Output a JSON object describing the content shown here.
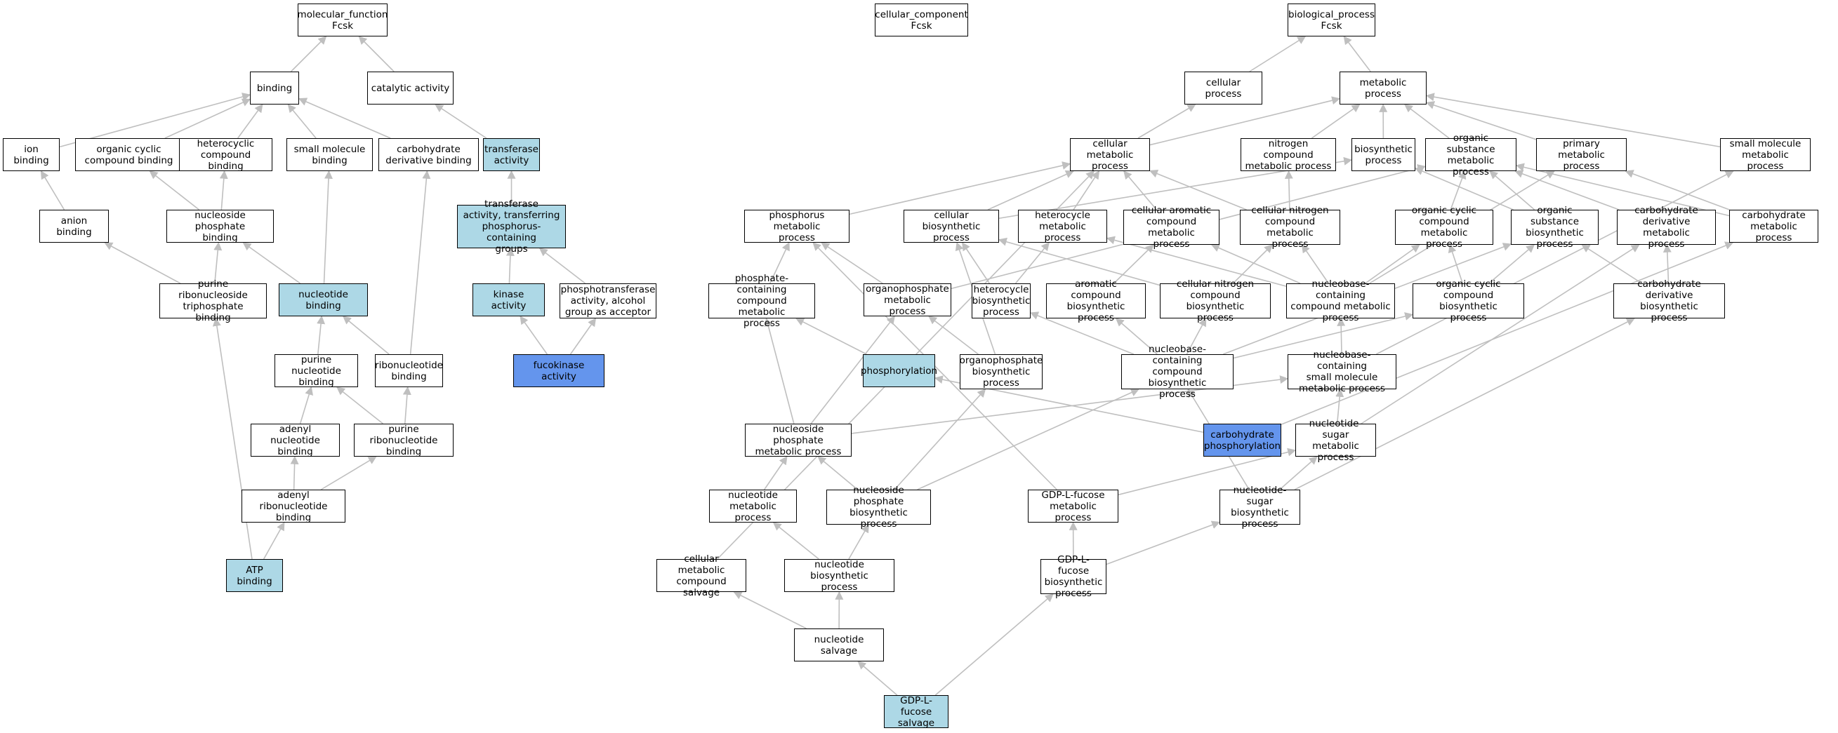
{
  "colors": {
    "edge": "#bfbfbf",
    "highlight_light": "#add8e6",
    "highlight_dark": "#6495ed",
    "border": "#000000"
  },
  "nodes": [
    {
      "id": "mf",
      "label": "molecular_function\nFcsk"
    },
    {
      "id": "cc",
      "label": "cellular_component\nFcsk"
    },
    {
      "id": "bp",
      "label": "biological_process\nFcsk"
    },
    {
      "id": "binding",
      "label": "binding"
    },
    {
      "id": "catalytic",
      "label": "catalytic activity"
    },
    {
      "id": "ion",
      "label": "ion binding"
    },
    {
      "id": "ocb",
      "label": "organic cyclic\ncompound binding"
    },
    {
      "id": "hcb",
      "label": "heterocyclic\ncompound binding"
    },
    {
      "id": "smb",
      "label": "small molecule\nbinding"
    },
    {
      "id": "cdb",
      "label": "carbohydrate\nderivative binding"
    },
    {
      "id": "transferase",
      "label": "transferase\nactivity",
      "hl": "light"
    },
    {
      "id": "anion",
      "label": "anion binding"
    },
    {
      "id": "nspb",
      "label": "nucleoside phosphate\nbinding"
    },
    {
      "id": "ttpg",
      "label": "transferase\nactivity, transferring\nphosphorus-containing\ngroups",
      "hl": "light"
    },
    {
      "id": "prntb",
      "label": "purine ribonucleoside\ntriphosphate\nbinding"
    },
    {
      "id": "ntb",
      "label": "nucleotide binding",
      "hl": "light"
    },
    {
      "id": "kinase",
      "label": "kinase activity",
      "hl": "light"
    },
    {
      "id": "ptaa",
      "label": "phosphotransferase\nactivity, alcohol\ngroup as acceptor"
    },
    {
      "id": "pntb",
      "label": "purine nucleotide\nbinding"
    },
    {
      "id": "rntb",
      "label": "ribonucleotide\nbinding"
    },
    {
      "id": "fucokinase",
      "label": "fucokinase activity",
      "hl": "dark"
    },
    {
      "id": "antb",
      "label": "adenyl nucleotide\nbinding"
    },
    {
      "id": "prnb",
      "label": "purine ribonucleotide\nbinding"
    },
    {
      "id": "arnb",
      "label": "adenyl ribonucleotide\nbinding"
    },
    {
      "id": "atp",
      "label": "ATP binding",
      "hl": "light"
    },
    {
      "id": "cellproc",
      "label": "cellular process"
    },
    {
      "id": "metproc",
      "label": "metabolic process"
    },
    {
      "id": "cmp",
      "label": "cellular metabolic\nprocess"
    },
    {
      "id": "ncmp",
      "label": "nitrogen compound\nmetabolic process"
    },
    {
      "id": "biosyn",
      "label": "biosynthetic\nprocess"
    },
    {
      "id": "osmp",
      "label": "organic substance\nmetabolic process"
    },
    {
      "id": "pmp",
      "label": "primary metabolic\nprocess"
    },
    {
      "id": "smmp",
      "label": "small molecule\nmetabolic process"
    },
    {
      "id": "phosmp",
      "label": "phosphorus metabolic\nprocess"
    },
    {
      "id": "cbp",
      "label": "cellular biosynthetic\nprocess"
    },
    {
      "id": "hmp",
      "label": "heterocycle\nmetabolic process"
    },
    {
      "id": "cacmp",
      "label": "cellular aromatic\ncompound metabolic\nprocess"
    },
    {
      "id": "cncmp",
      "label": "cellular nitrogen\ncompound metabolic\nprocess"
    },
    {
      "id": "occmp",
      "label": "organic cyclic\ncompound metabolic\nprocess"
    },
    {
      "id": "osbp",
      "label": "organic substance\nbiosynthetic\nprocess"
    },
    {
      "id": "cdmp",
      "label": "carbohydrate\nderivative metabolic\nprocess"
    },
    {
      "id": "carbmp",
      "label": "carbohydrate\nmetabolic process"
    },
    {
      "id": "pccmp",
      "label": "phosphate-containing\ncompound metabolic\nprocess"
    },
    {
      "id": "opmp",
      "label": "organophosphate\nmetabolic process"
    },
    {
      "id": "hbp",
      "label": "heterocycle\nbiosynthetic\nprocess"
    },
    {
      "id": "acbp",
      "label": "aromatic compound\nbiosynthetic\nprocess"
    },
    {
      "id": "cncbp",
      "label": "cellular nitrogen\ncompound biosynthetic\nprocess"
    },
    {
      "id": "nbccmp",
      "label": "nucleobase-containing\ncompound metabolic\nprocess"
    },
    {
      "id": "occbp",
      "label": "organic cyclic\ncompound biosynthetic\nprocess"
    },
    {
      "id": "cdbp",
      "label": "carbohydrate\nderivative biosynthetic\nprocess"
    },
    {
      "id": "phosphorylation",
      "label": "phosphorylation",
      "hl": "light"
    },
    {
      "id": "opbp",
      "label": "organophosphate\nbiosynthetic\nprocess"
    },
    {
      "id": "nbccbp",
      "label": "nucleobase-containing\ncompound biosynthetic\nprocess"
    },
    {
      "id": "nbcsmmp",
      "label": "nucleobase-containing\nsmall molecule\nmetabolic process"
    },
    {
      "id": "nspmp",
      "label": "nucleoside phosphate\nmetabolic process"
    },
    {
      "id": "carbphos",
      "label": "carbohydrate\nphosphorylation",
      "hl": "dark"
    },
    {
      "id": "nsmp",
      "label": "nucleotide-sugar\nmetabolic process"
    },
    {
      "id": "ntmp",
      "label": "nucleotide metabolic\nprocess"
    },
    {
      "id": "nspbp",
      "label": "nucleoside phosphate\nbiosynthetic\nprocess"
    },
    {
      "id": "gdpfmp",
      "label": "GDP-L-fucose\nmetabolic process"
    },
    {
      "id": "nsbp",
      "label": "nucleotide-sugar\nbiosynthetic\nprocess"
    },
    {
      "id": "cmcs",
      "label": "cellular metabolic\ncompound salvage"
    },
    {
      "id": "ntbp",
      "label": "nucleotide biosynthetic\nprocess"
    },
    {
      "id": "gdpfbp",
      "label": "GDP-L-fucose\nbiosynthetic\nprocess"
    },
    {
      "id": "ntsalv",
      "label": "nucleotide salvage"
    },
    {
      "id": "gdpfsalv",
      "label": "GDP-L-fucose\nsalvage",
      "hl": "light"
    }
  ],
  "edges": [
    [
      "binding",
      "mf"
    ],
    [
      "catalytic",
      "mf"
    ],
    [
      "ion",
      "binding"
    ],
    [
      "ocb",
      "binding"
    ],
    [
      "hcb",
      "binding"
    ],
    [
      "smb",
      "binding"
    ],
    [
      "cdb",
      "binding"
    ],
    [
      "transferase",
      "catalytic"
    ],
    [
      "anion",
      "ion"
    ],
    [
      "nspb",
      "ocb"
    ],
    [
      "nspb",
      "hcb"
    ],
    [
      "ttpg",
      "transferase"
    ],
    [
      "prntb",
      "anion"
    ],
    [
      "prntb",
      "nspb"
    ],
    [
      "ntb",
      "nspb"
    ],
    [
      "ntb",
      "smb"
    ],
    [
      "kinase",
      "ttpg"
    ],
    [
      "ptaa",
      "ttpg"
    ],
    [
      "pntb",
      "ntb"
    ],
    [
      "rntb",
      "ntb"
    ],
    [
      "rntb",
      "cdb"
    ],
    [
      "fucokinase",
      "kinase"
    ],
    [
      "fucokinase",
      "ptaa"
    ],
    [
      "antb",
      "pntb"
    ],
    [
      "prnb",
      "pntb"
    ],
    [
      "prnb",
      "rntb"
    ],
    [
      "arnb",
      "antb"
    ],
    [
      "arnb",
      "prnb"
    ],
    [
      "atp",
      "arnb"
    ],
    [
      "atp",
      "prntb"
    ],
    [
      "cellproc",
      "bp"
    ],
    [
      "metproc",
      "bp"
    ],
    [
      "cmp",
      "cellproc"
    ],
    [
      "cmp",
      "metproc"
    ],
    [
      "ncmp",
      "metproc"
    ],
    [
      "biosyn",
      "metproc"
    ],
    [
      "osmp",
      "metproc"
    ],
    [
      "pmp",
      "metproc"
    ],
    [
      "smmp",
      "metproc"
    ],
    [
      "phosmp",
      "cmp"
    ],
    [
      "cbp",
      "cmp"
    ],
    [
      "cbp",
      "biosyn"
    ],
    [
      "hmp",
      "cmp"
    ],
    [
      "cacmp",
      "cmp"
    ],
    [
      "cncmp",
      "cmp"
    ],
    [
      "cncmp",
      "ncmp"
    ],
    [
      "occmp",
      "osmp"
    ],
    [
      "osbp",
      "osmp"
    ],
    [
      "osbp",
      "biosyn"
    ],
    [
      "cdmp",
      "osmp"
    ],
    [
      "carbmp",
      "pmp"
    ],
    [
      "carbmp",
      "osmp"
    ],
    [
      "pccmp",
      "phosmp"
    ],
    [
      "opmp",
      "phosmp"
    ],
    [
      "opmp",
      "osmp"
    ],
    [
      "hbp",
      "cbp"
    ],
    [
      "hbp",
      "hmp"
    ],
    [
      "acbp",
      "cacmp"
    ],
    [
      "cncbp",
      "cncmp"
    ],
    [
      "cncbp",
      "cbp"
    ],
    [
      "nbccmp",
      "hmp"
    ],
    [
      "nbccmp",
      "cacmp"
    ],
    [
      "nbccmp",
      "cncmp"
    ],
    [
      "nbccmp",
      "occmp"
    ],
    [
      "nbccmp",
      "pmp"
    ],
    [
      "occbp",
      "occmp"
    ],
    [
      "occbp",
      "osbp"
    ],
    [
      "cdbp",
      "cdmp"
    ],
    [
      "cdbp",
      "osbp"
    ],
    [
      "phosphorylation",
      "pccmp"
    ],
    [
      "opbp",
      "opmp"
    ],
    [
      "opbp",
      "cbp"
    ],
    [
      "nbccbp",
      "hbp"
    ],
    [
      "nbccbp",
      "acbp"
    ],
    [
      "nbccbp",
      "cncbp"
    ],
    [
      "nbccbp",
      "occbp"
    ],
    [
      "nbccbp",
      "osbp"
    ],
    [
      "nbcsmmp",
      "nbccmp"
    ],
    [
      "nbcsmmp",
      "smmp"
    ],
    [
      "nspmp",
      "pccmp"
    ],
    [
      "nspmp",
      "opmp"
    ],
    [
      "nspmp",
      "nbcsmmp"
    ],
    [
      "carbphos",
      "phosphorylation"
    ],
    [
      "carbphos",
      "carbmp"
    ],
    [
      "nsmp",
      "nbcsmmp"
    ],
    [
      "nsmp",
      "cdmp"
    ],
    [
      "ntmp",
      "nspmp"
    ],
    [
      "nspbp",
      "nspmp"
    ],
    [
      "nspbp",
      "opbp"
    ],
    [
      "nspbp",
      "nbccbp"
    ],
    [
      "gdpfmp",
      "nsmp"
    ],
    [
      "gdpfmp",
      "phosmp"
    ],
    [
      "nsbp",
      "nsmp"
    ],
    [
      "nsbp",
      "nbccbp"
    ],
    [
      "nsbp",
      "cdbp"
    ],
    [
      "cmcs",
      "cmp"
    ],
    [
      "ntbp",
      "ntmp"
    ],
    [
      "ntbp",
      "nspbp"
    ],
    [
      "gdpfbp",
      "gdpfmp"
    ],
    [
      "gdpfbp",
      "nsbp"
    ],
    [
      "ntsalv",
      "cmcs"
    ],
    [
      "ntsalv",
      "ntbp"
    ],
    [
      "gdpfsalv",
      "ntsalv"
    ],
    [
      "gdpfsalv",
      "gdpfbp"
    ]
  ]
}
